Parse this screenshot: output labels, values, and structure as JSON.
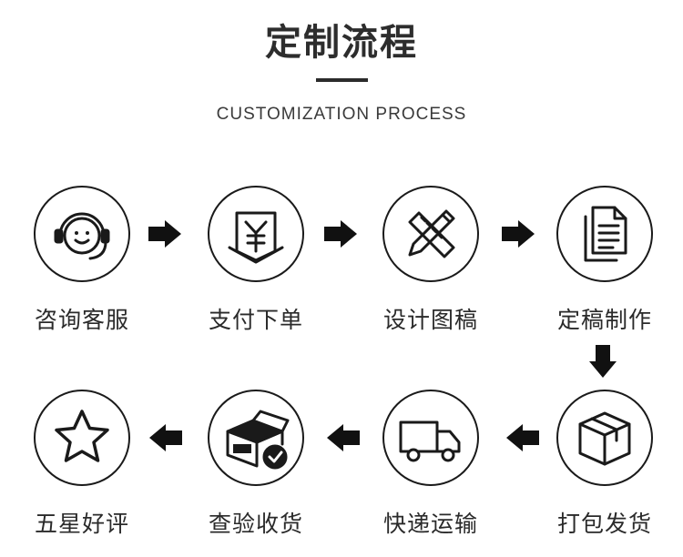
{
  "header": {
    "title": "定制流程",
    "subtitle": "CUSTOMIZATION PROCESS"
  },
  "steps": [
    {
      "label": "咨询客服",
      "icon": "customer-service-icon"
    },
    {
      "label": "支付下单",
      "icon": "payment-yen-icon"
    },
    {
      "label": "设计图稿",
      "icon": "design-ruler-pencil-icon"
    },
    {
      "label": "定稿制作",
      "icon": "documents-icon"
    },
    {
      "label": "打包发货",
      "icon": "package-box-icon"
    },
    {
      "label": "快递运输",
      "icon": "delivery-truck-icon"
    },
    {
      "label": "查验收货",
      "icon": "inspect-receive-box-icon"
    },
    {
      "label": "五星好评",
      "icon": "star-icon"
    }
  ],
  "colors": {
    "text": "#2b2b2b",
    "stroke": "#1a1a1a",
    "background": "#ffffff"
  }
}
